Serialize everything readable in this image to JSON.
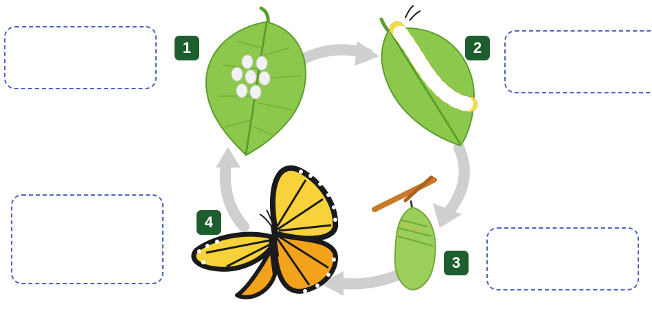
{
  "colors": {
    "badge_green": "#1e5e2e",
    "leaf_green": "#8cc84b",
    "leaf_dark": "#5a9e2f",
    "arrow_gray": "#cfcfcf",
    "box_border": "#4a63c9",
    "wing_orange": "#f3a21b",
    "wing_yellow": "#f7d23a",
    "wing_black": "#1a1a1a",
    "chrysalis_green": "#9ccf5a"
  },
  "stages": [
    {
      "number": "1",
      "icon": "leaf-with-eggs-icon"
    },
    {
      "number": "2",
      "icon": "caterpillar-on-leaf-icon"
    },
    {
      "number": "3",
      "icon": "chrysalis-icon"
    },
    {
      "number": "4",
      "icon": "butterfly-icon"
    }
  ],
  "answer_boxes": [
    {
      "stage": "1",
      "value": ""
    },
    {
      "stage": "2",
      "value": ""
    },
    {
      "stage": "3",
      "value": ""
    },
    {
      "stage": "4",
      "value": ""
    }
  ]
}
